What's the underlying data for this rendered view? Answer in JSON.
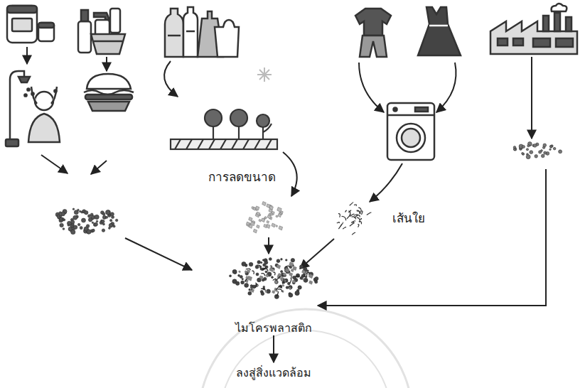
{
  "diagram": {
    "nodes": [
      {
        "text": [
          "ไมโครพลาสติก"
        ]
      },
      {
        "text": [
          "ลงสู่สิ่งแวดล้อม"
        ]
      }
    ],
    "edges": [
      {
        "from": 0,
        "to": 1,
        "arrow": "to"
      }
    ],
    "labels": [
      "การลดขนาด",
      "เส้นใย"
    ]
  }
}
